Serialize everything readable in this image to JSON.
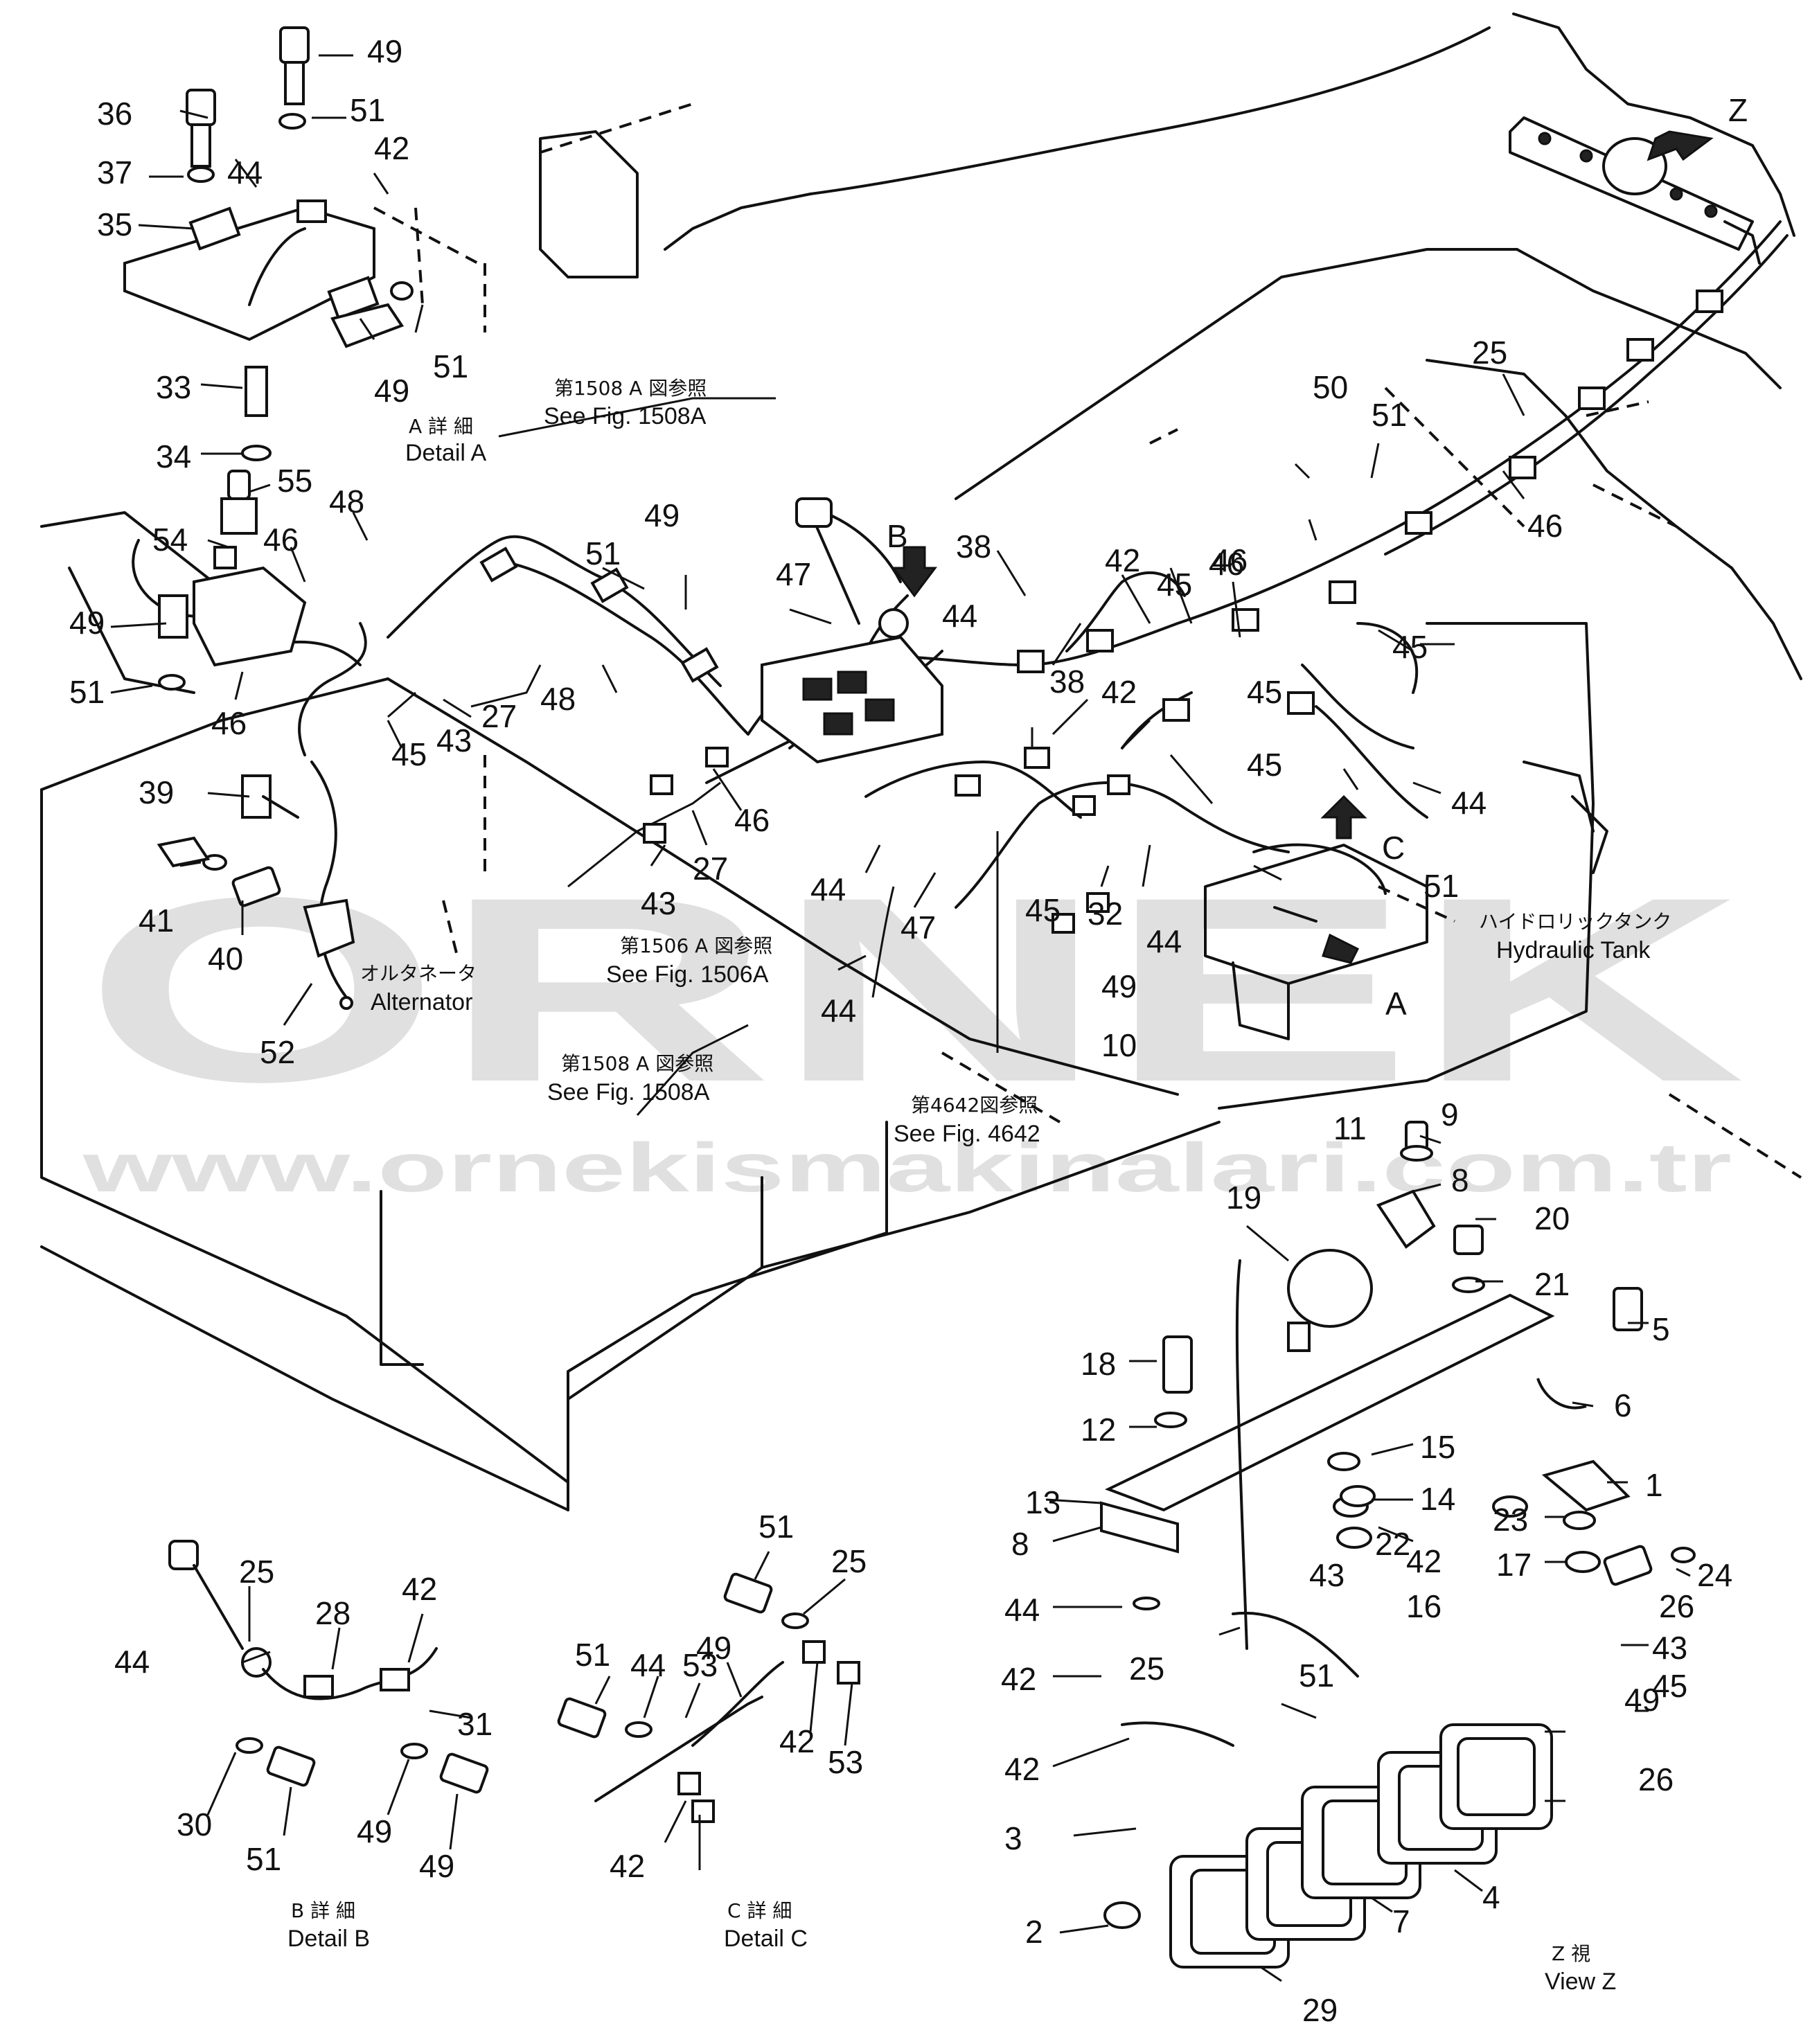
{
  "watermark": {
    "brand": "ORNEK",
    "url": "www.ornekismakinalari.com.tr"
  },
  "callouts": [
    {
      "id": "c49a",
      "text": "49"
    },
    {
      "id": "c36",
      "text": "36"
    },
    {
      "id": "c51a",
      "text": "51"
    },
    {
      "id": "c42a",
      "text": "42"
    },
    {
      "id": "c37",
      "text": "37"
    },
    {
      "id": "c44a",
      "text": "44"
    },
    {
      "id": "c35",
      "text": "35"
    },
    {
      "id": "c49b",
      "text": "49"
    },
    {
      "id": "c51b",
      "text": "51"
    },
    {
      "id": "c33",
      "text": "33"
    },
    {
      "id": "c34",
      "text": "34"
    },
    {
      "id": "c55",
      "text": "55"
    },
    {
      "id": "c48a",
      "text": "48"
    },
    {
      "id": "c54",
      "text": "54"
    },
    {
      "id": "c46a",
      "text": "46"
    },
    {
      "id": "c49c",
      "text": "49"
    },
    {
      "id": "c51c",
      "text": "51"
    },
    {
      "id": "c46b",
      "text": "46"
    },
    {
      "id": "c43a",
      "text": "43"
    },
    {
      "id": "c27a",
      "text": "27"
    },
    {
      "id": "c45a",
      "text": "45"
    },
    {
      "id": "c39",
      "text": "39"
    },
    {
      "id": "c41",
      "text": "41"
    },
    {
      "id": "c40",
      "text": "40"
    },
    {
      "id": "c52",
      "text": "52"
    },
    {
      "id": "c49d",
      "text": "49"
    },
    {
      "id": "c51d",
      "text": "51"
    },
    {
      "id": "c48b",
      "text": "48"
    },
    {
      "id": "c47a",
      "text": "47"
    },
    {
      "id": "c46c",
      "text": "46"
    },
    {
      "id": "c27b",
      "text": "27"
    },
    {
      "id": "c43b",
      "text": "43"
    },
    {
      "id": "c44b",
      "text": "44"
    },
    {
      "id": "c47b",
      "text": "47"
    },
    {
      "id": "c44c",
      "text": "44"
    },
    {
      "id": "c38a",
      "text": "38"
    },
    {
      "id": "c44d",
      "text": "44"
    },
    {
      "id": "c38b",
      "text": "38"
    },
    {
      "id": "c42b",
      "text": "42"
    },
    {
      "id": "c42c",
      "text": "42"
    },
    {
      "id": "c46d",
      "text": "46"
    },
    {
      "id": "c45b",
      "text": "45"
    },
    {
      "id": "c32",
      "text": "32"
    },
    {
      "id": "c44e",
      "text": "44"
    },
    {
      "id": "c45c",
      "text": "45"
    },
    {
      "id": "c46e",
      "text": "46"
    },
    {
      "id": "c50",
      "text": "50"
    },
    {
      "id": "c51e",
      "text": "51"
    },
    {
      "id": "c25a",
      "text": "25"
    },
    {
      "id": "c46f",
      "text": "46"
    },
    {
      "id": "c45d",
      "text": "45"
    },
    {
      "id": "c45e",
      "text": "45"
    },
    {
      "id": "c45f",
      "text": "45"
    },
    {
      "id": "c44f",
      "text": "44"
    },
    {
      "id": "c51f",
      "text": "51"
    },
    {
      "id": "c49e",
      "text": "49"
    },
    {
      "id": "c10",
      "text": "10"
    },
    {
      "id": "c9",
      "text": "9"
    },
    {
      "id": "c11",
      "text": "11"
    },
    {
      "id": "c8a",
      "text": "8"
    },
    {
      "id": "c19",
      "text": "19"
    },
    {
      "id": "c20",
      "text": "20"
    },
    {
      "id": "c21",
      "text": "21"
    },
    {
      "id": "c5",
      "text": "5"
    },
    {
      "id": "c18",
      "text": "18"
    },
    {
      "id": "c6",
      "text": "6"
    },
    {
      "id": "c12",
      "text": "12"
    },
    {
      "id": "c15",
      "text": "15"
    },
    {
      "id": "c1",
      "text": "1"
    },
    {
      "id": "c13",
      "text": "13"
    },
    {
      "id": "c14",
      "text": "14"
    },
    {
      "id": "c8b",
      "text": "8"
    },
    {
      "id": "c22",
      "text": "22"
    },
    {
      "id": "c23",
      "text": "23"
    },
    {
      "id": "c17",
      "text": "17"
    },
    {
      "id": "c24",
      "text": "24"
    },
    {
      "id": "c44g",
      "text": "44"
    },
    {
      "id": "c43c",
      "text": "43"
    },
    {
      "id": "c42d",
      "text": "42"
    },
    {
      "id": "c16",
      "text": "16"
    },
    {
      "id": "c43d",
      "text": "43"
    },
    {
      "id": "c26a",
      "text": "26"
    },
    {
      "id": "c45g",
      "text": "45"
    },
    {
      "id": "c25b",
      "text": "25"
    },
    {
      "id": "c42e",
      "text": "42"
    },
    {
      "id": "c51g",
      "text": "51"
    },
    {
      "id": "c42f",
      "text": "42"
    },
    {
      "id": "c49f",
      "text": "49"
    },
    {
      "id": "c26b",
      "text": "26"
    },
    {
      "id": "c3",
      "text": "3"
    },
    {
      "id": "c4",
      "text": "4"
    },
    {
      "id": "c7",
      "text": "7"
    },
    {
      "id": "c2",
      "text": "2"
    },
    {
      "id": "c29",
      "text": "29"
    },
    {
      "id": "c25c",
      "text": "25"
    },
    {
      "id": "c42g",
      "text": "42"
    },
    {
      "id": "c28",
      "text": "28"
    },
    {
      "id": "c44h",
      "text": "44"
    },
    {
      "id": "c31",
      "text": "31"
    },
    {
      "id": "c30",
      "text": "30"
    },
    {
      "id": "c51h",
      "text": "51"
    },
    {
      "id": "c49g",
      "text": "49"
    },
    {
      "id": "c49h",
      "text": "49"
    },
    {
      "id": "c51i",
      "text": "51"
    },
    {
      "id": "c25d",
      "text": "25"
    },
    {
      "id": "c49i",
      "text": "49"
    },
    {
      "id": "c51j",
      "text": "51"
    },
    {
      "id": "c44i",
      "text": "44"
    },
    {
      "id": "c53a",
      "text": "53"
    },
    {
      "id": "c42h",
      "text": "42"
    },
    {
      "id": "c53b",
      "text": "53"
    },
    {
      "id": "c42i",
      "text": "42"
    }
  ],
  "view_letters": {
    "z": "Z",
    "b": "B",
    "c": "C",
    "a": "A"
  },
  "labels": {
    "detail_a_jp": "A 詳 細",
    "detail_a": "Detail A",
    "ref1508_top_jp": "第1508 A 図参照",
    "ref1508_top": "See Fig. 1508A",
    "ref1506_jp": "第1506 A 図参照",
    "ref1506": "See Fig. 1506A",
    "ref1508_bot_jp": "第1508 A 図参照",
    "ref1508_bot": "See Fig. 1508A",
    "ref4642_jp": "第4642図参照",
    "ref4642": "See Fig. 4642",
    "alternator_jp": "オルタネータ",
    "alternator": "Alternator",
    "hydraulic_tank_jp": "ハイドロリックタンク",
    "hydraulic_tank": "Hydraulic Tank",
    "detail_b_jp": "B 詳 細",
    "detail_b": "Detail B",
    "detail_c_jp": "C 詳 細",
    "detail_c": "Detail C",
    "view_z_jp": "Z 視",
    "view_z": "View Z"
  },
  "colors": {
    "line": "#111111",
    "background": "#ffffff",
    "watermark": "#c8c8c8",
    "accent": "#e8c24a"
  }
}
